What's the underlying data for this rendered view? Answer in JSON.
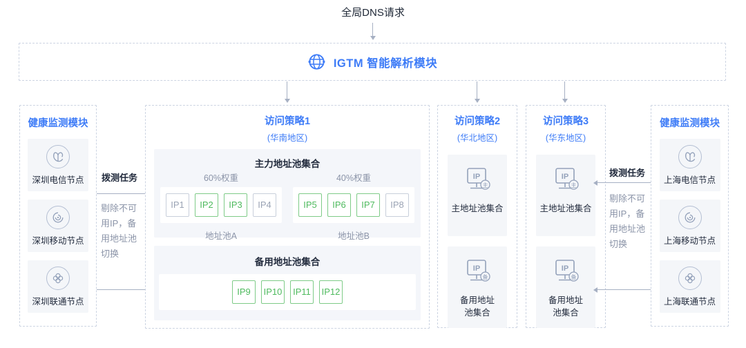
{
  "colors": {
    "accent_blue": "#3e7cf7",
    "active_green": "#4eba5e",
    "inactive_gray": "#9aa3b4",
    "icon_gray": "#93a1ba",
    "arrow_gray": "#a6b0c3"
  },
  "header": {
    "title": "全局DNS请求"
  },
  "igtm": {
    "label": "IGTM 智能解析模块",
    "icon": "globe-icon"
  },
  "monitors": {
    "left": {
      "title": "健康监测模块",
      "nodes": [
        {
          "label": "深圳电信节点",
          "icon": "telecom-icon"
        },
        {
          "label": "深圳移动节点",
          "icon": "mobile-icon"
        },
        {
          "label": "深圳联通节点",
          "icon": "unicom-icon"
        }
      ],
      "probe": "拨测任务",
      "note": "剔除不可用IP，备用地址池切换"
    },
    "right": {
      "title": "健康监测模块",
      "nodes": [
        {
          "label": "上海电信节点",
          "icon": "telecom-icon"
        },
        {
          "label": "上海移动节点",
          "icon": "mobile-icon"
        },
        {
          "label": "上海联通节点",
          "icon": "unicom-icon"
        }
      ],
      "probe": "拨测任务",
      "note": "剔除不可用IP，备用地址池切换"
    }
  },
  "policy1": {
    "title": "访问策略1",
    "region": "(华南地区)",
    "primary": {
      "title": "主力地址池集合",
      "pool_a": {
        "weight": "60%权重",
        "name": "地址池A",
        "ips": [
          {
            "label": "IP1",
            "state": "inactive"
          },
          {
            "label": "IP2",
            "state": "active"
          },
          {
            "label": "IP3",
            "state": "active"
          },
          {
            "label": "IP4",
            "state": "inactive"
          }
        ]
      },
      "pool_b": {
        "weight": "40%权重",
        "name": "地址池B",
        "ips": [
          {
            "label": "IP5",
            "state": "active"
          },
          {
            "label": "IP6",
            "state": "active"
          },
          {
            "label": "IP7",
            "state": "active"
          },
          {
            "label": "IP8",
            "state": "inactive"
          }
        ]
      }
    },
    "backup": {
      "title": "备用地址池集合",
      "ips": [
        {
          "label": "IP9",
          "state": "active"
        },
        {
          "label": "IP10",
          "state": "active"
        },
        {
          "label": "IP11",
          "state": "active"
        },
        {
          "label": "IP12",
          "state": "active"
        }
      ]
    }
  },
  "policy2": {
    "title": "访问策略2",
    "region": "(华北地区)",
    "primary_card": {
      "label": "主地址池集合",
      "icon_text": "IP",
      "badge": "主"
    },
    "backup_card": {
      "label": "备用地址池集合",
      "icon_text": "IP",
      "badge": "备"
    }
  },
  "policy3": {
    "title": "访问策略3",
    "region": "(华东地区)",
    "primary_card": {
      "label": "主地址池集合",
      "icon_text": "IP",
      "badge": "主"
    },
    "backup_card": {
      "label": "备用地址池集合",
      "icon_text": "IP",
      "badge": "备"
    }
  }
}
